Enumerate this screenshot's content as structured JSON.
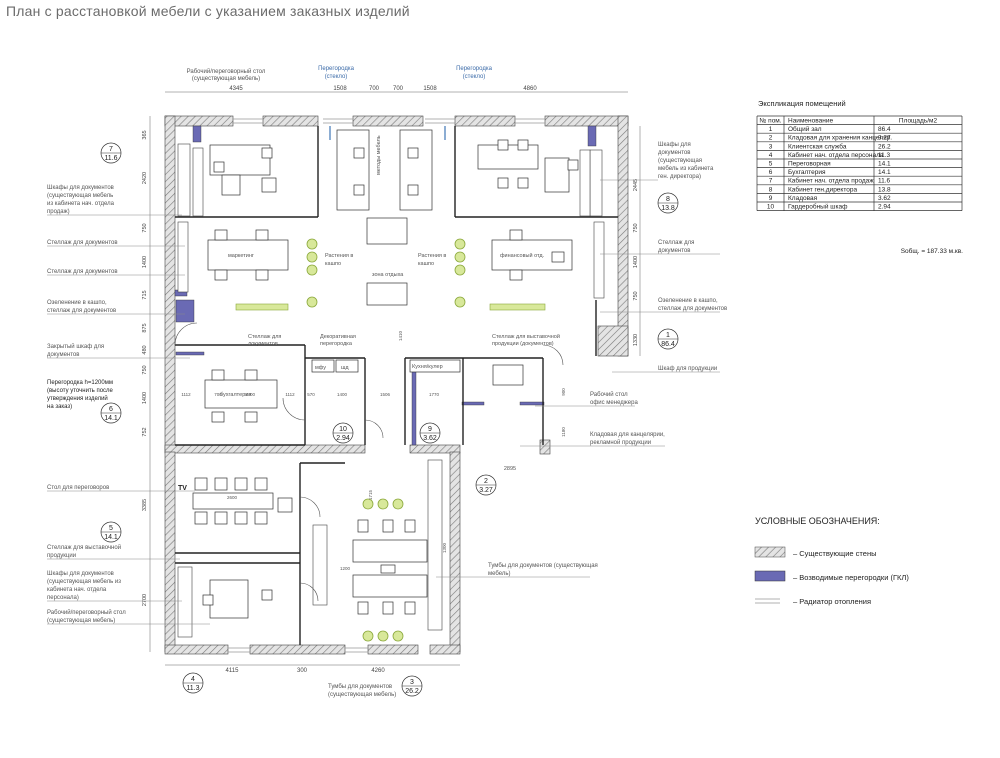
{
  "title": "План с расстановкой мебели с указанием заказных изделий",
  "top_labels": {
    "desk_existing": "Рабочий/переговорный стол",
    "desk_existing_sub": "(существующая мебель)",
    "partition_1": "Перегородка",
    "partition_1_sub": "(стекло)",
    "partition_2": "Перегородка",
    "partition_2_sub": "(стекло)"
  },
  "dimensions_top": [
    "4345",
    "1508",
    "700",
    "700",
    "1508",
    "4860"
  ],
  "dimensions_bottom": [
    "4115",
    "300",
    "4260"
  ],
  "dimensions_left": [
    "365",
    "2420",
    "750",
    "1400",
    "715",
    "875",
    "480",
    "750",
    "1400",
    "752",
    "3385",
    "2700"
  ],
  "dimensions_right": [
    "2445",
    "750",
    "1400",
    "750",
    "1330"
  ],
  "dimensions_inner": [
    "1112",
    "700",
    "1400",
    "1112",
    "570",
    "1400",
    "1506",
    "1770",
    "1410",
    "2600",
    "1715",
    "1200",
    "900",
    "1180",
    "2895",
    "1300"
  ],
  "left_callouts": [
    "Шкафы для документов",
    "(существующая мебель",
    "из кабинета нач. отдела",
    "продаж)",
    "Стеллаж для документов",
    "Стеллаж для документов",
    "Озеленение в кашпо,",
    "стеллаж для документов",
    "Закрытый шкаф для",
    "документов",
    "Перегородка h=1200мм",
    "(высоту уточнить после",
    "утверждения изделий",
    "на заказ)",
    "Стол для переговоров",
    "Стеллаж для выставочной",
    "продукции",
    "Шкафы для документов",
    "(существующая мебель из",
    "кабинета нач. отдела",
    "персонала)",
    "Рабочий/переговорный стол",
    "(существующая мебель)"
  ],
  "right_callouts": [
    "Шкафы для",
    "документов",
    "(существующая",
    "мебель из кабинета",
    "ген. директора)",
    "Стеллаж для",
    "документов",
    "Озеленение в кашпо,",
    "стеллаж для документов",
    "Шкаф для продукции",
    "Рабочий стол",
    "офис менеджера",
    "Кладовая для канцелярии,",
    "рекламной продукции",
    "Тумбы для документов (существующая",
    "мебель)",
    "Тумбы для документов",
    "(существующая мебель)"
  ],
  "inner_labels": {
    "shelf_docs": "Стеллаж для",
    "shelf_docs_2": "документов",
    "decor_partition": "Декоративная",
    "decor_partition_2": "перегородка",
    "shelf_exhibit": "Стеллаж для выставочной",
    "shelf_exhibit_2": "продукции (документов)",
    "plants_1": "Растения в",
    "plants_1b": "кашпо",
    "plants_2": "Растения в",
    "plants_2b": "кашпо",
    "lounge": "зона отдыха",
    "marketing": "маркетинг",
    "finance": "финансовый отд.",
    "accounting": "бухгалтерия",
    "mfu": "мфу",
    "shd": "шд",
    "kitchen": "Кухня/кулер",
    "tv": "TV",
    "sales_dept": "методы мебель"
  },
  "room_markers": [
    {
      "num": "7",
      "area": "11.6"
    },
    {
      "num": "8",
      "area": "13.8"
    },
    {
      "num": "1",
      "area": "86.4"
    },
    {
      "num": "6",
      "area": "14.1"
    },
    {
      "num": "10",
      "area": "2.94"
    },
    {
      "num": "9",
      "area": "3.62"
    },
    {
      "num": "2",
      "area": "3.27"
    },
    {
      "num": "5",
      "area": "14.1"
    },
    {
      "num": "4",
      "area": "11.3"
    },
    {
      "num": "3",
      "area": "26.2"
    }
  ],
  "explication": {
    "title": "Экспликация помещений",
    "headers": [
      "№ пом.",
      "Наименование",
      "Площадь/м2"
    ],
    "rows": [
      [
        "1",
        "Общий зал",
        "86.4"
      ],
      [
        "2",
        "Кладовая для хранения канцеляр.",
        "3.27"
      ],
      [
        "3",
        "Клиентская служба",
        "26.2"
      ],
      [
        "4",
        "Кабинет нач. отдела  персонала",
        "11.3"
      ],
      [
        "5",
        "Переговорная",
        "14.1"
      ],
      [
        "6",
        "Бухгалтерия",
        "14.1"
      ],
      [
        "7",
        "Кабинет нач. отдела продаж",
        "11.6"
      ],
      [
        "8",
        "Кабинет ген.директора",
        "13.8"
      ],
      [
        "9",
        "Кладовая",
        "3.62"
      ],
      [
        "10",
        "Гардеробный шкаф",
        "2.94"
      ]
    ],
    "total": "Sобщ. = 187.33 м.кв."
  },
  "legend": {
    "title": "УСЛОВНЫЕ ОБОЗНАЧЕНИЯ:",
    "items": [
      {
        "label": "– Существующие стены",
        "kind": "hatch"
      },
      {
        "label": "– Возводимые перегородки (ГКЛ)",
        "kind": "gkl"
      },
      {
        "label": "– Радиатор отопления",
        "kind": "radiator"
      }
    ]
  },
  "colors": {
    "wall_hatch": "#8a8a8a",
    "gkl": "#6a6ab4",
    "plant_fill": "#d8e89a",
    "plant_stroke": "#8aa83a",
    "partition_glass": "#5a8ac0",
    "callout_text": "#555555",
    "line": "#333333"
  }
}
